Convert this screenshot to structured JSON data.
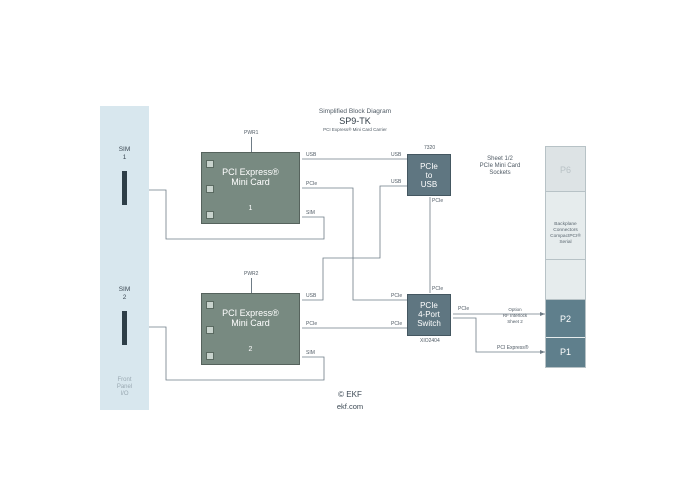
{
  "header": {
    "line1": "Simplified Block Diagram",
    "model": "SP9-TK",
    "line3": "PCI Express® Mini Card Carrier"
  },
  "front_panel": {
    "sim1_label": "SIM",
    "sim1_num": "1",
    "sim2_label": "SIM",
    "sim2_num": "2",
    "caption_line1": "Front",
    "caption_line2": "Panel",
    "caption_line3": "I/O"
  },
  "cards": [
    {
      "title_line1": "PCI Express®",
      "title_line2": "Mini Card",
      "number": "1",
      "power_label": "PWR1"
    },
    {
      "title_line1": "PCI Express®",
      "title_line2": "Mini Card",
      "number": "2",
      "power_label": "PWR2"
    }
  ],
  "chips": {
    "usb_bridge": {
      "line1": "PCIe",
      "line2": "to",
      "line3": "USB",
      "part": "7320"
    },
    "switch": {
      "line1": "PCIe",
      "line2": "4-Port",
      "line3": "Switch",
      "part": "XIO2404"
    }
  },
  "signals": {
    "usb": "USB",
    "pcie": "PCIe",
    "sim": "SIM",
    "pci_express": "PCI Express®"
  },
  "notes": {
    "sheet_line1": "Sheet 1/2",
    "sheet_line2": "PCIe Mini Card",
    "sheet_line3": "Sockets",
    "option_line1": "Option",
    "option_line2": "RF Interlock",
    "option_line3": "Sheet 2"
  },
  "backplane": {
    "p6": "P6",
    "desc_line1": "Backplane",
    "desc_line2": "Connectors",
    "desc_line3": "CompactPCI®",
    "desc_line4": "Serial",
    "p2": "P2",
    "p1": "P1"
  },
  "footer": {
    "copyright": "© EKF",
    "website": "ekf.com"
  },
  "colors": {
    "card": "#788a81",
    "chip": "#5f7681",
    "front_panel": "#d8e7ee",
    "connector_active": "#5f7f8c",
    "line": "#6f7c86"
  }
}
